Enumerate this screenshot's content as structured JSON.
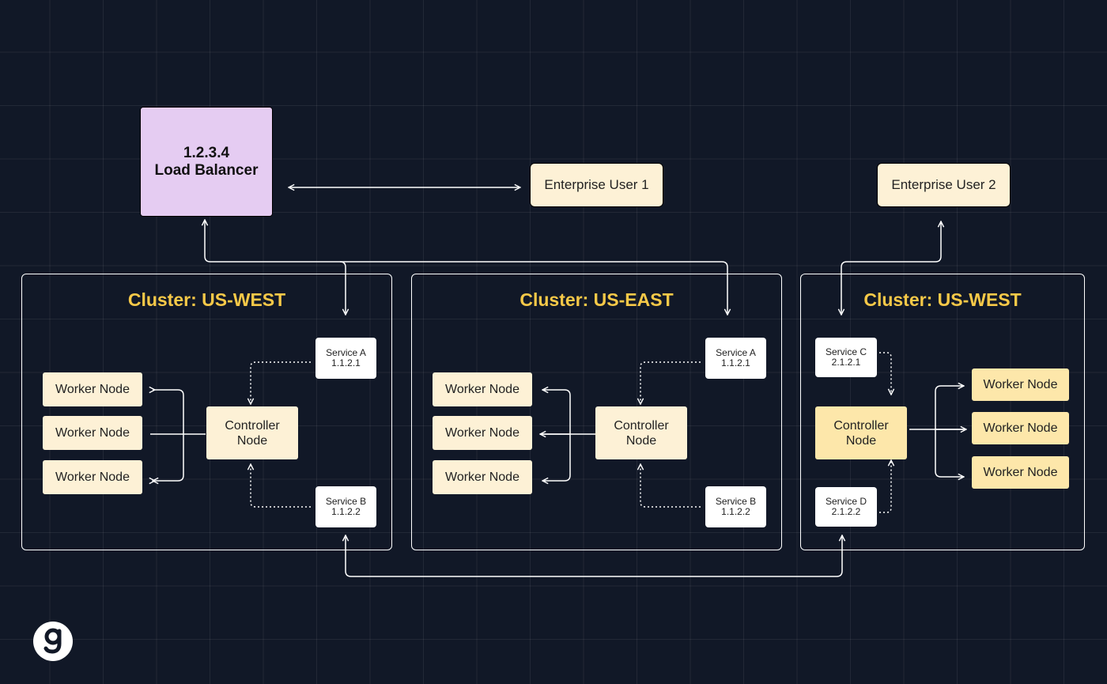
{
  "load_balancer": {
    "ip": "1.2.3.4",
    "label": "Load Balancer"
  },
  "users": {
    "user1": "Enterprise User 1",
    "user2": "Enterprise User 2"
  },
  "clusters": [
    {
      "title": "Cluster: US-WEST",
      "workers": [
        "Worker Node",
        "Worker Node",
        "Worker Node"
      ],
      "controller": [
        "Controller",
        "Node"
      ],
      "service_a": {
        "name": "Service A",
        "ip": "1.1.2.1"
      },
      "service_b": {
        "name": "Service B",
        "ip": "1.1.2.2"
      }
    },
    {
      "title": "Cluster: US-EAST",
      "workers": [
        "Worker Node",
        "Worker Node",
        "Worker Node"
      ],
      "controller": [
        "Controller",
        "Node"
      ],
      "service_a": {
        "name": "Service A",
        "ip": "1.1.2.1"
      },
      "service_b": {
        "name": "Service B",
        "ip": "1.1.2.2"
      }
    },
    {
      "title": "Cluster: US-WEST",
      "workers": [
        "Worker Node",
        "Worker Node",
        "Worker Node"
      ],
      "controller": [
        "Controller",
        "Node"
      ],
      "service_c": {
        "name": "Service C",
        "ip": "2.1.2.1"
      },
      "service_d": {
        "name": "Service D",
        "ip": "2.1.2.2"
      }
    }
  ],
  "logo": {
    "letter": "g"
  },
  "colors": {
    "background": "#111827",
    "load_balancer": "#e5ccf2",
    "node": "#fdf1d6",
    "node_highlight": "#fde7aa",
    "cluster_title": "#f7c948"
  }
}
